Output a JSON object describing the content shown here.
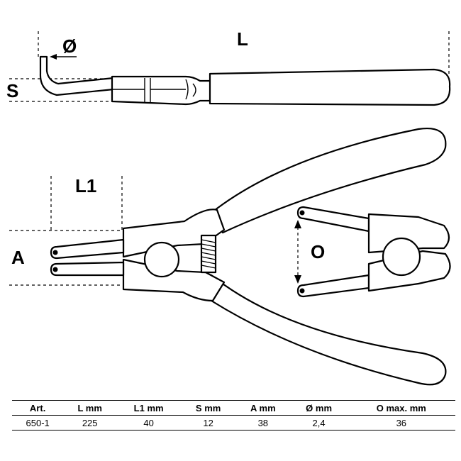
{
  "dimension_labels": {
    "diameter": "Ø",
    "length": "L",
    "spread": "S",
    "tip_length": "L1",
    "opening_a": "A",
    "opening_o": "O"
  },
  "table": {
    "headers": [
      "Art.",
      "L  mm",
      "L1  mm",
      "S  mm",
      "A  mm",
      "Ø  mm",
      "O  max. mm"
    ],
    "rows": [
      [
        "650-1",
        "225",
        "40",
        "12",
        "38",
        "2,4",
        "36"
      ]
    ]
  }
}
